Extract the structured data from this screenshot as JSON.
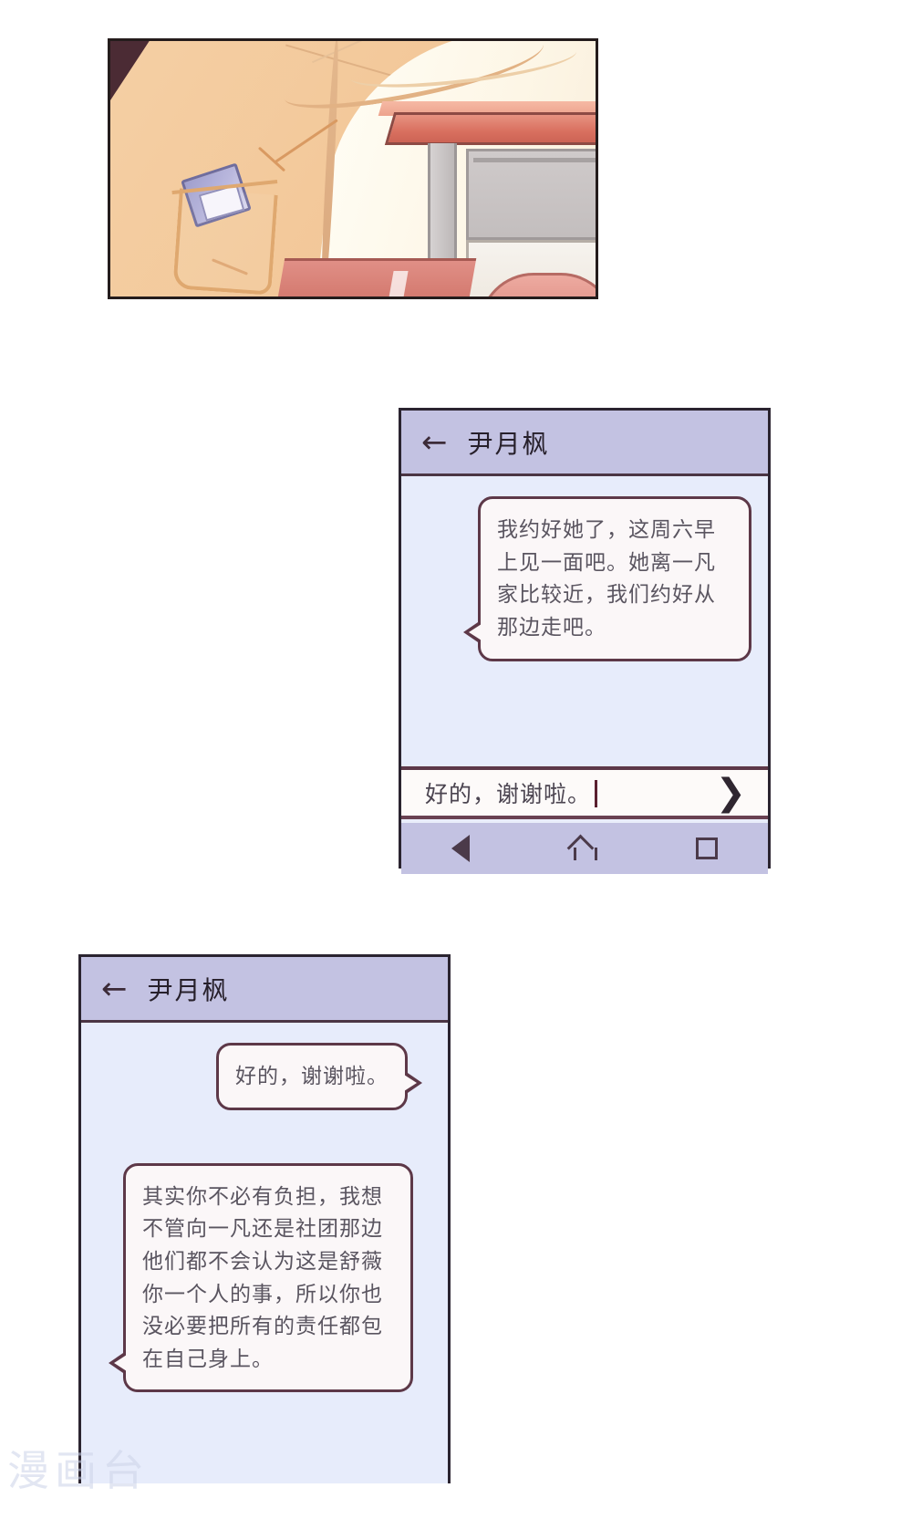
{
  "page": {
    "watermark": "漫画台"
  },
  "comic_panel": {
    "description": "uniform-shirt-pocket-and-desk-scene"
  },
  "phone1": {
    "header": {
      "back_icon": "back-arrow-icon",
      "title": "尹月枫"
    },
    "messages": [
      {
        "direction": "incoming",
        "text": "我约好她了，这周六早上见一面吧。她离一凡家比较近，我们约好从那边走吧。"
      }
    ],
    "input": {
      "value": "好的，谢谢啦。",
      "placeholder": "",
      "send_label": "❯"
    },
    "nav": {
      "back_label": "back",
      "home_label": "home",
      "recents_label": "recents"
    }
  },
  "phone2": {
    "header": {
      "back_icon": "back-arrow-icon",
      "title": "尹月枫"
    },
    "messages": [
      {
        "direction": "outgoing",
        "text": "好的，谢谢啦。"
      },
      {
        "direction": "incoming",
        "text": "其实你不必有负担，我想不管向一凡还是社团那边他们都不会认为这是舒薇你一个人的事，所以你也没必要把所有的责任都包在自己身上。"
      }
    ]
  }
}
